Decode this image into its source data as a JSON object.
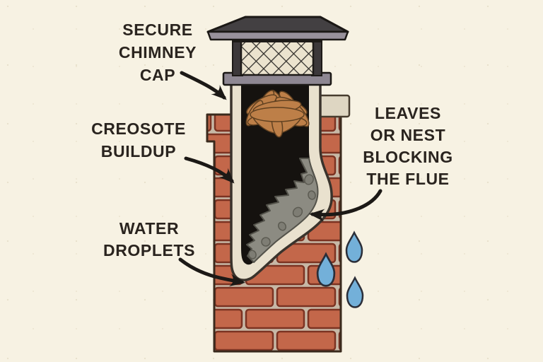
{
  "diagram": {
    "title": "chimney-problems-diagram",
    "background_color": "#f7f2e3",
    "text_color": "#2a241f",
    "labels": {
      "cap": {
        "lines": [
          "SECURE",
          "CHIMNEY",
          "CAP"
        ]
      },
      "creosote": {
        "lines": [
          "CREOSOTE",
          "BUILDUP"
        ]
      },
      "water": {
        "lines": [
          "WATER",
          "DROPLETS"
        ]
      },
      "flue": {
        "lines": [
          "LEAVES",
          "OR NEST",
          "BLOCKING",
          "THE FLUE"
        ]
      }
    },
    "icons": {
      "water_droplet": {
        "name": "water-droplet-icon",
        "count": 3,
        "fill": "#73b0d9",
        "outline": "#2b2e38"
      },
      "arrow": {
        "name": "annotation-arrow",
        "count": 4,
        "color": "#1c1916"
      }
    },
    "colors": {
      "brick": "#c3674a",
      "brick_outline": "#7c3322",
      "mortar": "#c7b8a6",
      "cap_metal": "#434042",
      "cap_collar": "#8e8792",
      "mesh_background": "#ebe3ce",
      "mesh_lines": "#32302c",
      "flue_liner": "#e9e1ce",
      "flue_interior": "#15120f",
      "creosote_gray": "#8c8b82",
      "nest_leaves": "#bd7f48",
      "crown_concrete": "#ded6c2"
    }
  }
}
